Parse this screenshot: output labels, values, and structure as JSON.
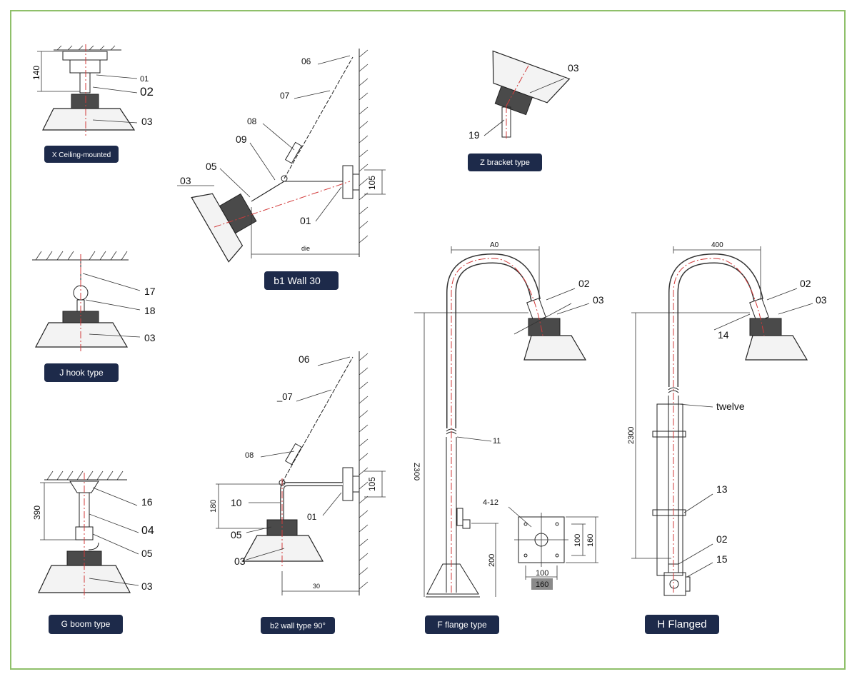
{
  "frame": {
    "border_color": "#8fc06a",
    "badge_color": "#1d2a4a"
  },
  "badges": {
    "ceiling": "X Ceiling-mounted",
    "wall30": "b1 Wall 30",
    "zbracket": "Z bracket type",
    "jhook": "J hook type",
    "boom": "G boom type",
    "wall90": "b2 wall type 90°",
    "fflange": "F flange type",
    "hflanged": "H Flanged"
  },
  "ceiling": {
    "dim": "140",
    "c1": "01",
    "c2": "02",
    "c3": "03"
  },
  "wall30": {
    "c6": "06",
    "c7": "07",
    "c8": "08",
    "c9": "09",
    "c5": "05",
    "c3": "03",
    "c1": "01",
    "dim_h": "105",
    "dim_w": "die"
  },
  "zbracket": {
    "c3": "03",
    "c19": "19"
  },
  "jhook": {
    "c17": "17",
    "c18": "18",
    "c3": "03"
  },
  "boom": {
    "dim": "390",
    "c16": "16",
    "c4": "04",
    "c5": "05",
    "c3": "03"
  },
  "wall90": {
    "c6": "06",
    "c7": "_07",
    "c8": "08",
    "c10": "10",
    "c5": "05",
    "c3": "03",
    "c1": "01",
    "dim_h": "105",
    "dim_v": "180",
    "dim_w": "30"
  },
  "fflange": {
    "dim_top": "A0",
    "c2": "02",
    "c3": "03",
    "c11": "11",
    "dim_height": "Z300",
    "c412": "4-12",
    "dim_base": "200",
    "plate_a": "100",
    "plate_b": "160",
    "plate_c": "100",
    "plate_d": "160"
  },
  "hflanged": {
    "dim_top": "400",
    "c2": "02",
    "c3": "03",
    "c14": "14",
    "c12": "twelve",
    "dim_height": "2300",
    "c13": "13",
    "c2b": "02",
    "c15": "15"
  }
}
